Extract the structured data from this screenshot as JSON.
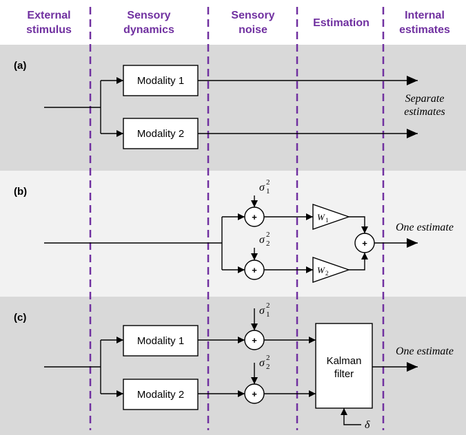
{
  "headers": {
    "col1": [
      "External",
      "stimulus"
    ],
    "col2": [
      "Sensory",
      "dynamics"
    ],
    "col3": [
      "Sensory",
      "noise"
    ],
    "col4": [
      "Estimation"
    ],
    "col5": [
      "Internal",
      "estimates"
    ]
  },
  "panels": {
    "a": {
      "label": "(a)",
      "modality1": "Modality 1",
      "modality2": "Modality 2",
      "output": [
        "Separate",
        "estimates"
      ]
    },
    "b": {
      "label": "(b)",
      "noise1": {
        "symbol": "σ",
        "sup": "2",
        "sub": "1"
      },
      "noise2": {
        "symbol": "σ",
        "sup": "2",
        "sub": "2"
      },
      "sum": "+",
      "weight1": {
        "symbol": "W",
        "sub": "1"
      },
      "weight2": {
        "symbol": "W",
        "sub": "2"
      },
      "output": "One estimate"
    },
    "c": {
      "label": "(c)",
      "modality1": "Modality 1",
      "modality2": "Modality 2",
      "noise1": {
        "symbol": "σ",
        "sup": "2",
        "sub": "1"
      },
      "noise2": {
        "symbol": "σ",
        "sup": "2",
        "sub": "2"
      },
      "sum": "+",
      "filter": [
        "Kalman",
        "filter"
      ],
      "delta": "δ",
      "output": "One estimate"
    }
  },
  "colors": {
    "accent": "#7030a0",
    "panel_dark": "#d9d9d9",
    "panel_light": "#f2f2f2"
  }
}
